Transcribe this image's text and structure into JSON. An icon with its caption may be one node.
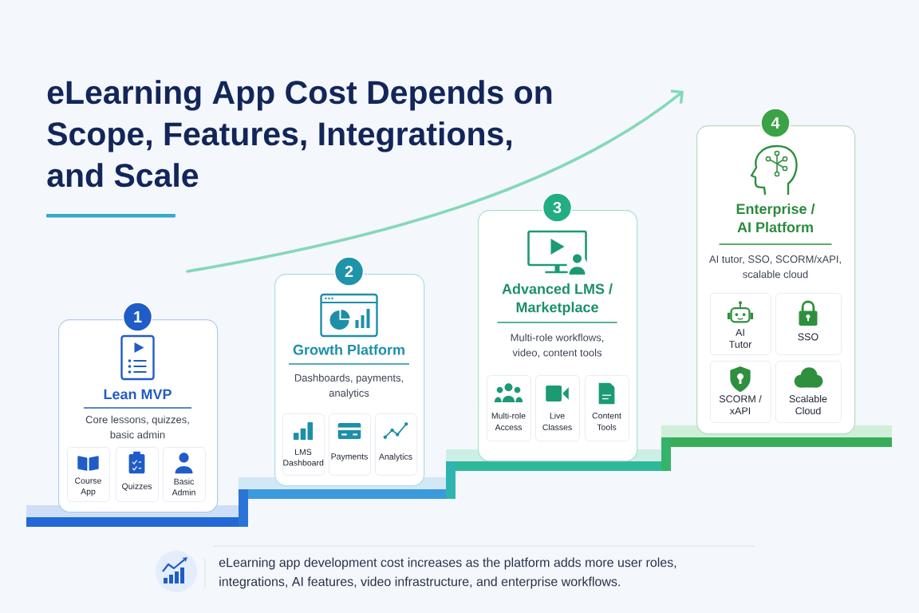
{
  "diagram": {
    "title": "eLearning App Cost Depends on Scope, Features, Integrations, and Scale",
    "nodes": [
      {
        "text": [
          "1"
        ]
      },
      {
        "text": [
          "Lean MVP",
          "Core lessons, quizzes, basic admin"
        ]
      },
      {
        "text": [
          "Course App"
        ],
        "in": 1
      },
      {
        "text": [
          "Quizzes"
        ],
        "in": 1
      },
      {
        "text": [
          "Basic Admin"
        ],
        "in": 1
      },
      {
        "text": [
          "2"
        ]
      },
      {
        "text": [
          "Growth Platform",
          "Dashboards, payments, analytics"
        ]
      },
      {
        "text": [
          "LMS Dashboard"
        ],
        "in": 6
      },
      {
        "text": [
          "Payments"
        ],
        "in": 6
      },
      {
        "text": [
          "Analytics"
        ],
        "in": 6
      },
      {
        "text": [
          "3"
        ]
      },
      {
        "text": [
          "Advanced LMS / Marketplace",
          "Multi-role workflows, video, content tools"
        ]
      },
      {
        "text": [
          "Multi-role Access"
        ],
        "in": 11
      },
      {
        "text": [
          "Live Classes"
        ],
        "in": 11
      },
      {
        "text": [
          "Content Tools"
        ],
        "in": 11
      },
      {
        "text": [
          "4"
        ]
      },
      {
        "text": [
          "Enterprise / AI Platform",
          "AI tutor, SSO, SCORM/xAPI, scalable cloud"
        ]
      },
      {
        "text": [
          "AI Tutor"
        ],
        "in": 16
      },
      {
        "text": [
          "SSO"
        ],
        "in": 16
      },
      {
        "text": [
          "SCORM / xAPI"
        ],
        "in": 16
      },
      {
        "text": [
          "Scalable Cloud"
        ],
        "in": 16
      }
    ],
    "labels": [
      "eLearning app development cost increases as the platform adds more user roles, integrations, AI features, video infrastructure, and enterprise workflows."
    ]
  }
}
